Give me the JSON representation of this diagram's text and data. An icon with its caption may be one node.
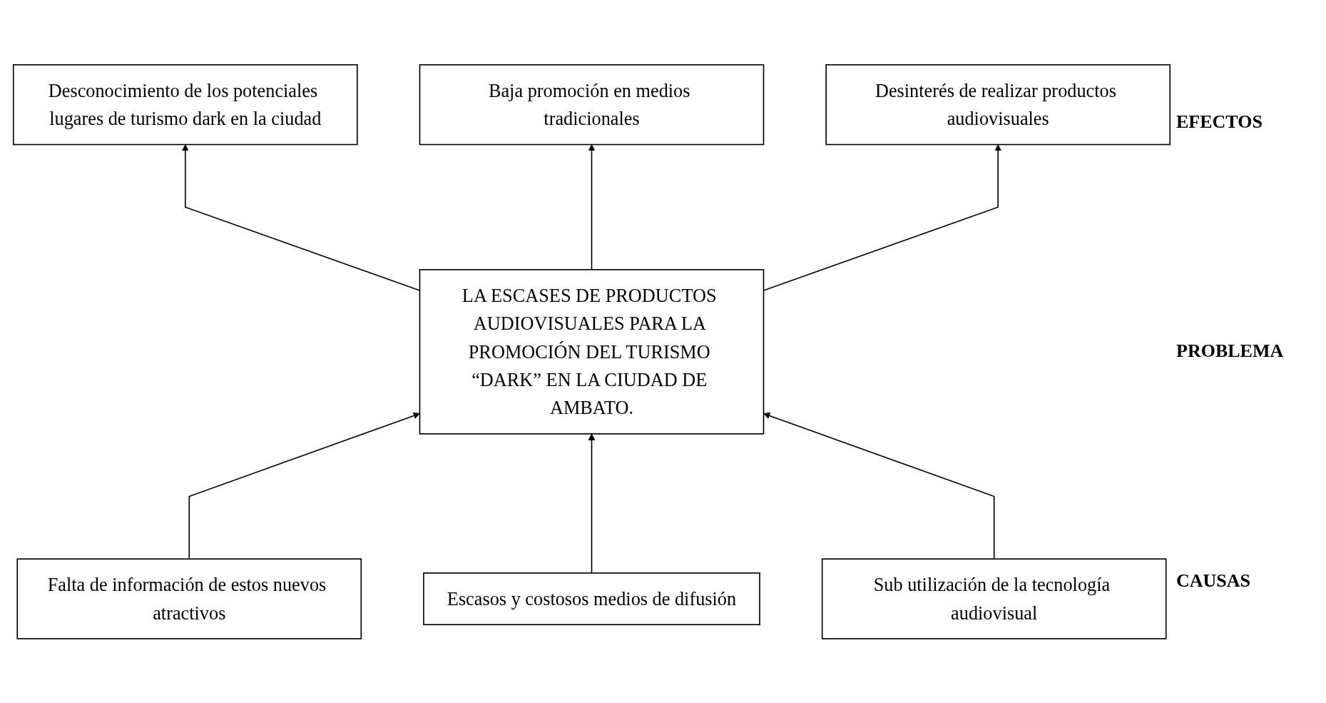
{
  "diagram": {
    "nodes": [
      {
        "text": [
          "Desconocimiento de los potenciales lugares de turismo dark en la ciudad"
        ]
      },
      {
        "text": [
          "Baja promoción en medios tradicionales"
        ]
      },
      {
        "text": [
          "Desinterés de realizar productos audiovisuales"
        ]
      },
      {
        "text": [
          "LA ESCASES DE PRODUCTOS AUDIOVISUALES PARA LA PROMOCIÓN DEL TURISMO “DARK” EN LA CIUDAD DE AMBATO."
        ]
      },
      {
        "text": [
          "Falta de información de estos nuevos atractivos"
        ]
      },
      {
        "text": [
          "Escasos y costosos medios de difusión"
        ]
      },
      {
        "text": [
          "Sub utilización de la tecnología audiovisual"
        ]
      }
    ],
    "edges": [
      {
        "from": 3,
        "to": 0,
        "arrow": "to"
      },
      {
        "from": 3,
        "to": 1,
        "arrow": "to"
      },
      {
        "from": 3,
        "to": 2,
        "arrow": "to"
      },
      {
        "from": 4,
        "to": 3,
        "arrow": "to"
      },
      {
        "from": 5,
        "to": 3,
        "arrow": "to"
      },
      {
        "from": 6,
        "to": 3,
        "arrow": "to"
      }
    ],
    "labels": [
      "EFECTOS",
      "PROBLEMA",
      "CAUSAS"
    ]
  }
}
